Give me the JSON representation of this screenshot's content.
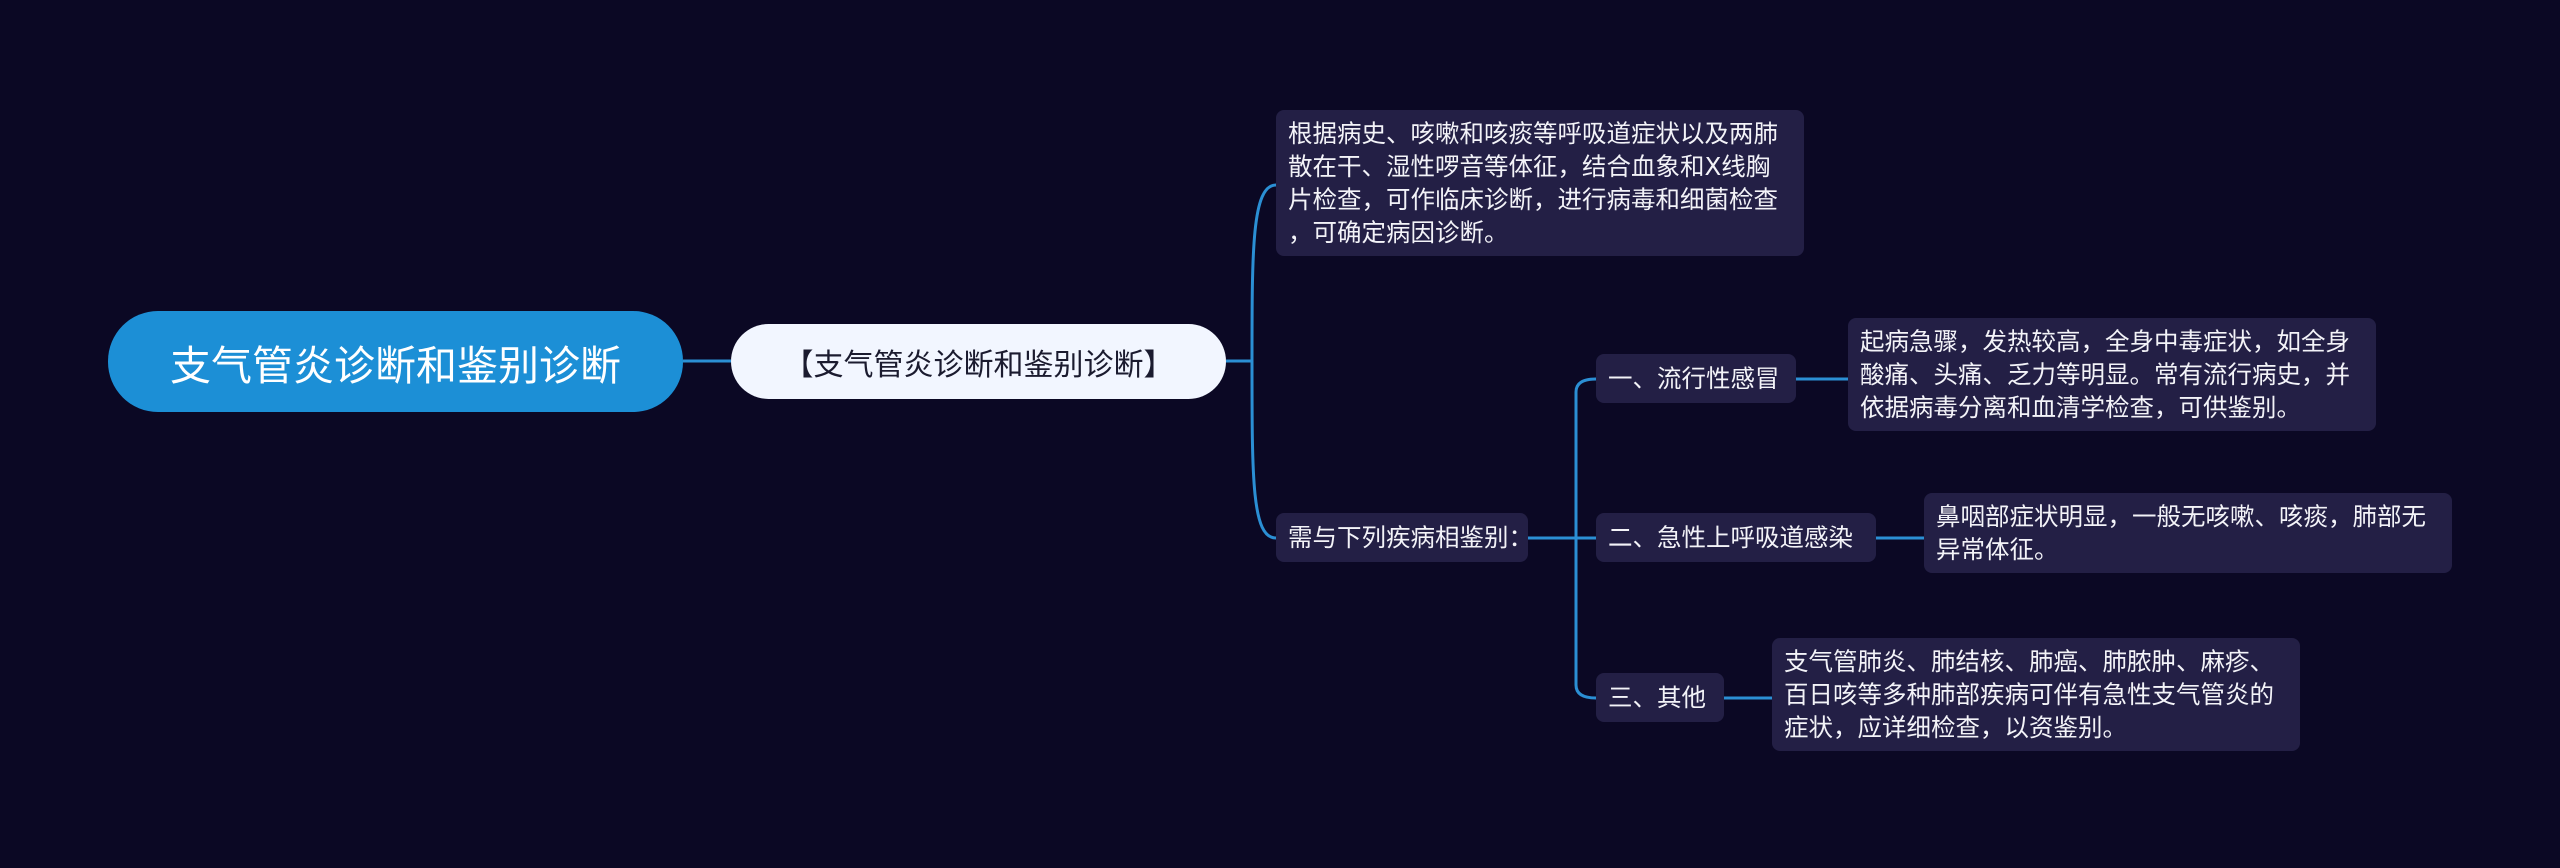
{
  "mindmap": {
    "root": "支气管炎诊断和鉴别诊断",
    "topic": "【支气管炎诊断和鉴别诊断】",
    "diagnosis": {
      "lines": [
        "根据病史、咳嗽和咳痰等呼吸道症状以及两肺",
        "散在干、湿性啰音等体征，结合血象和X线胸",
        "片检查，可作临床诊断，进行病毒和细菌检查",
        "，可确定病因诊断。"
      ]
    },
    "differential": {
      "label": "需与下列疾病相鉴别：",
      "items": [
        {
          "label": "一、流行性感冒",
          "lines": [
            "起病急骤，发热较高，全身中毒症状，如全身",
            "酸痛、头痛、乏力等明显。常有流行病史，并",
            "依据病毒分离和血清学检查，可供鉴别。"
          ]
        },
        {
          "label": "二、急性上呼吸道感染",
          "lines": [
            "鼻咽部症状明显，一般无咳嗽、咳痰，肺部无",
            "异常体征。"
          ]
        },
        {
          "label": "三、其他",
          "lines": [
            "支气管肺炎、肺结核、肺癌、肺脓肿、麻疹、",
            "百日咳等多种肺部疾病可伴有急性支气管炎的",
            "症状，应详细检查，以资鉴别。"
          ]
        }
      ]
    }
  },
  "colors": {
    "background": "#0b0824",
    "root_fill": "#1c8fd6",
    "topic_fill": "#f2f6ff",
    "card_fill": "#231f45",
    "connector": "#2b8fd4"
  }
}
